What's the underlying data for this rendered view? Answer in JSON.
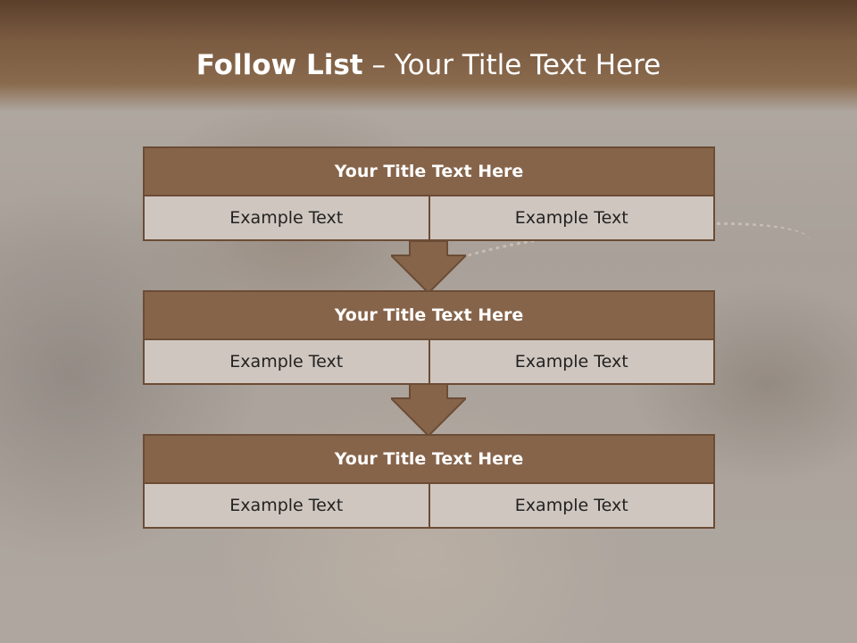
{
  "slide": {
    "title_bold": "Follow List",
    "title_rest": " – Your Title Text Here"
  },
  "steps": [
    {
      "title": "Your Title Text Here",
      "left": "Example Text",
      "right": "Example Text"
    },
    {
      "title": "Your Title Text Here",
      "left": "Example Text",
      "right": "Example Text"
    },
    {
      "title": "Your Title Text Here",
      "left": "Example Text",
      "right": "Example Text"
    }
  ],
  "colors": {
    "header": "#86644a",
    "cell": "#cfc6bf",
    "border": "#6b4c35"
  }
}
